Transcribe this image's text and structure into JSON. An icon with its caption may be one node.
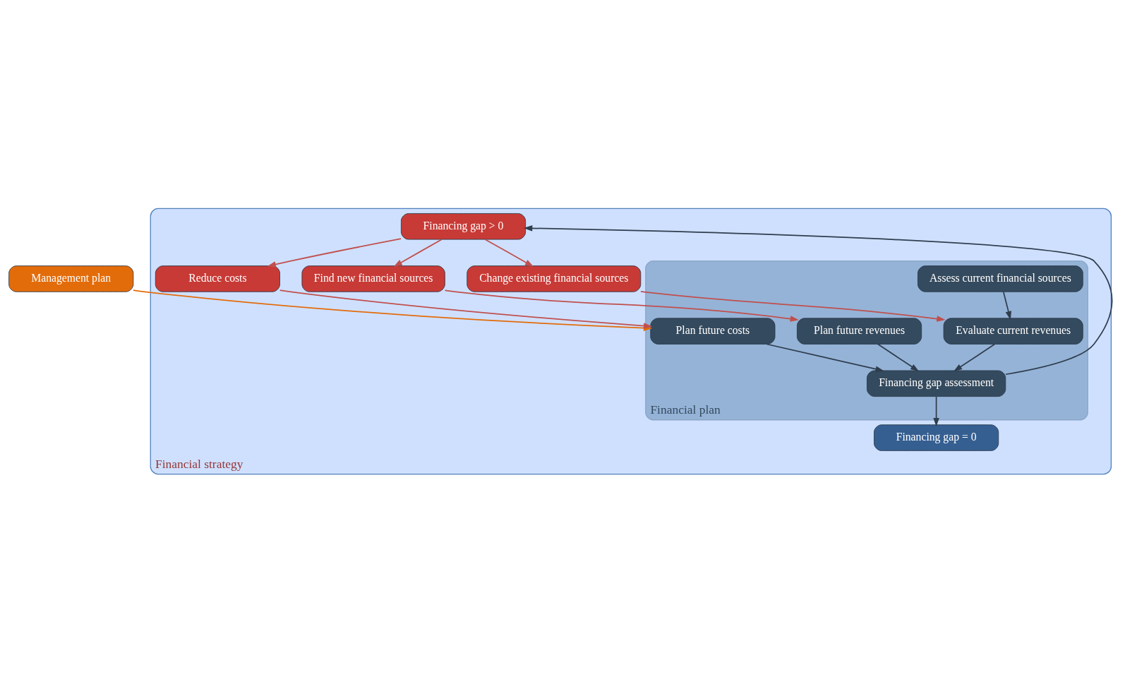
{
  "diagram": {
    "nodes": [
      {
        "text": [
          "Management plan"
        ]
      },
      {
        "text": [
          "Financial strategy"
        ]
      },
      {
        "text": [
          "Financial plan"
        ],
        "in": 1
      },
      {
        "text": [
          "Assess current financial sources"
        ],
        "in": 2
      },
      {
        "text": [
          "Plan future costs"
        ],
        "in": 2
      },
      {
        "text": [
          "Evaluate current revenues"
        ],
        "in": 2
      },
      {
        "text": [
          "Plan future revenues"
        ],
        "in": 2
      },
      {
        "text": [
          "Financing gap assessment"
        ],
        "in": 2
      },
      {
        "text": [
          "Change existing financial sources"
        ],
        "in": 1
      },
      {
        "text": [
          "Find new financial sources"
        ],
        "in": 1
      },
      {
        "text": [
          "Reduce costs"
        ],
        "in": 1
      },
      {
        "text": [
          "Financing gap > 0"
        ],
        "in": 1
      },
      {
        "text": [
          "Financing gap = 0"
        ],
        "in": 1
      }
    ],
    "edges": [
      {
        "from": 0,
        "to": 4,
        "arrow": "to",
        "color": "#e36c0a"
      },
      {
        "from": 3,
        "to": 5,
        "arrow": "to"
      },
      {
        "from": 4,
        "to": 7,
        "arrow": "to"
      },
      {
        "from": 5,
        "to": 7,
        "arrow": "to"
      },
      {
        "from": 6,
        "to": 7,
        "arrow": "to"
      },
      {
        "from": 7,
        "to": 11,
        "arrow": "to"
      },
      {
        "from": 7,
        "to": 12,
        "arrow": "to"
      },
      {
        "from": 8,
        "to": 5,
        "arrow": "to",
        "color": "#c0504d"
      },
      {
        "from": 9,
        "to": 6,
        "arrow": "to",
        "color": "#c0504d"
      },
      {
        "from": 11,
        "to": 8,
        "arrow": "to",
        "color": "#c0504d"
      },
      {
        "from": 11,
        "to": 9,
        "arrow": "to",
        "color": "#c0504d"
      },
      {
        "from": 11,
        "to": 10,
        "arrow": "to",
        "color": "#c0504d"
      },
      {
        "from": 10,
        "to": 4,
        "arrow": "to",
        "color": "#c0504d"
      }
    ]
  }
}
